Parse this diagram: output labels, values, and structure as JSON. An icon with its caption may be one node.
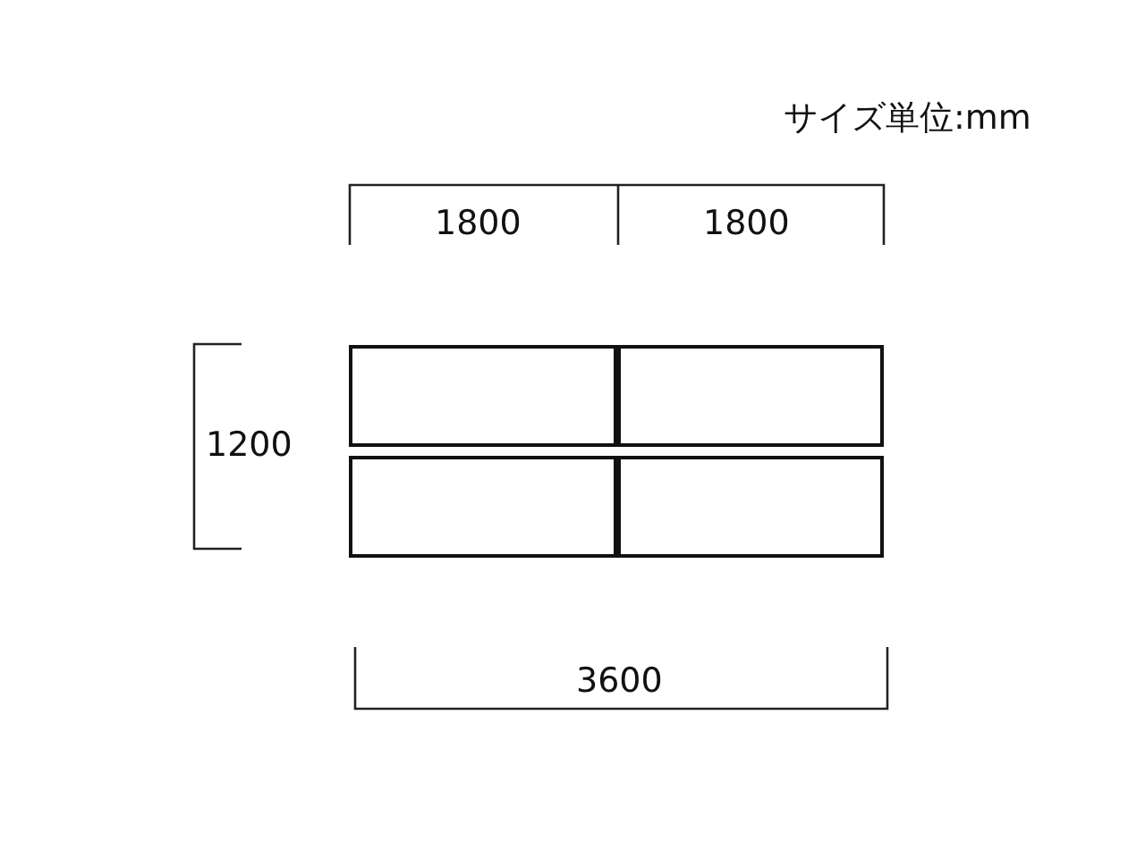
{
  "diagram": {
    "nodes": [
      {
        "text": [],
        "shape": "box"
      },
      {
        "text": [],
        "shape": "box"
      },
      {
        "text": [],
        "shape": "box"
      },
      {
        "text": [],
        "shape": "box"
      }
    ],
    "labels": [
      "サイズ単位:mm",
      "1800",
      "1800",
      "1200",
      "3600"
    ]
  }
}
